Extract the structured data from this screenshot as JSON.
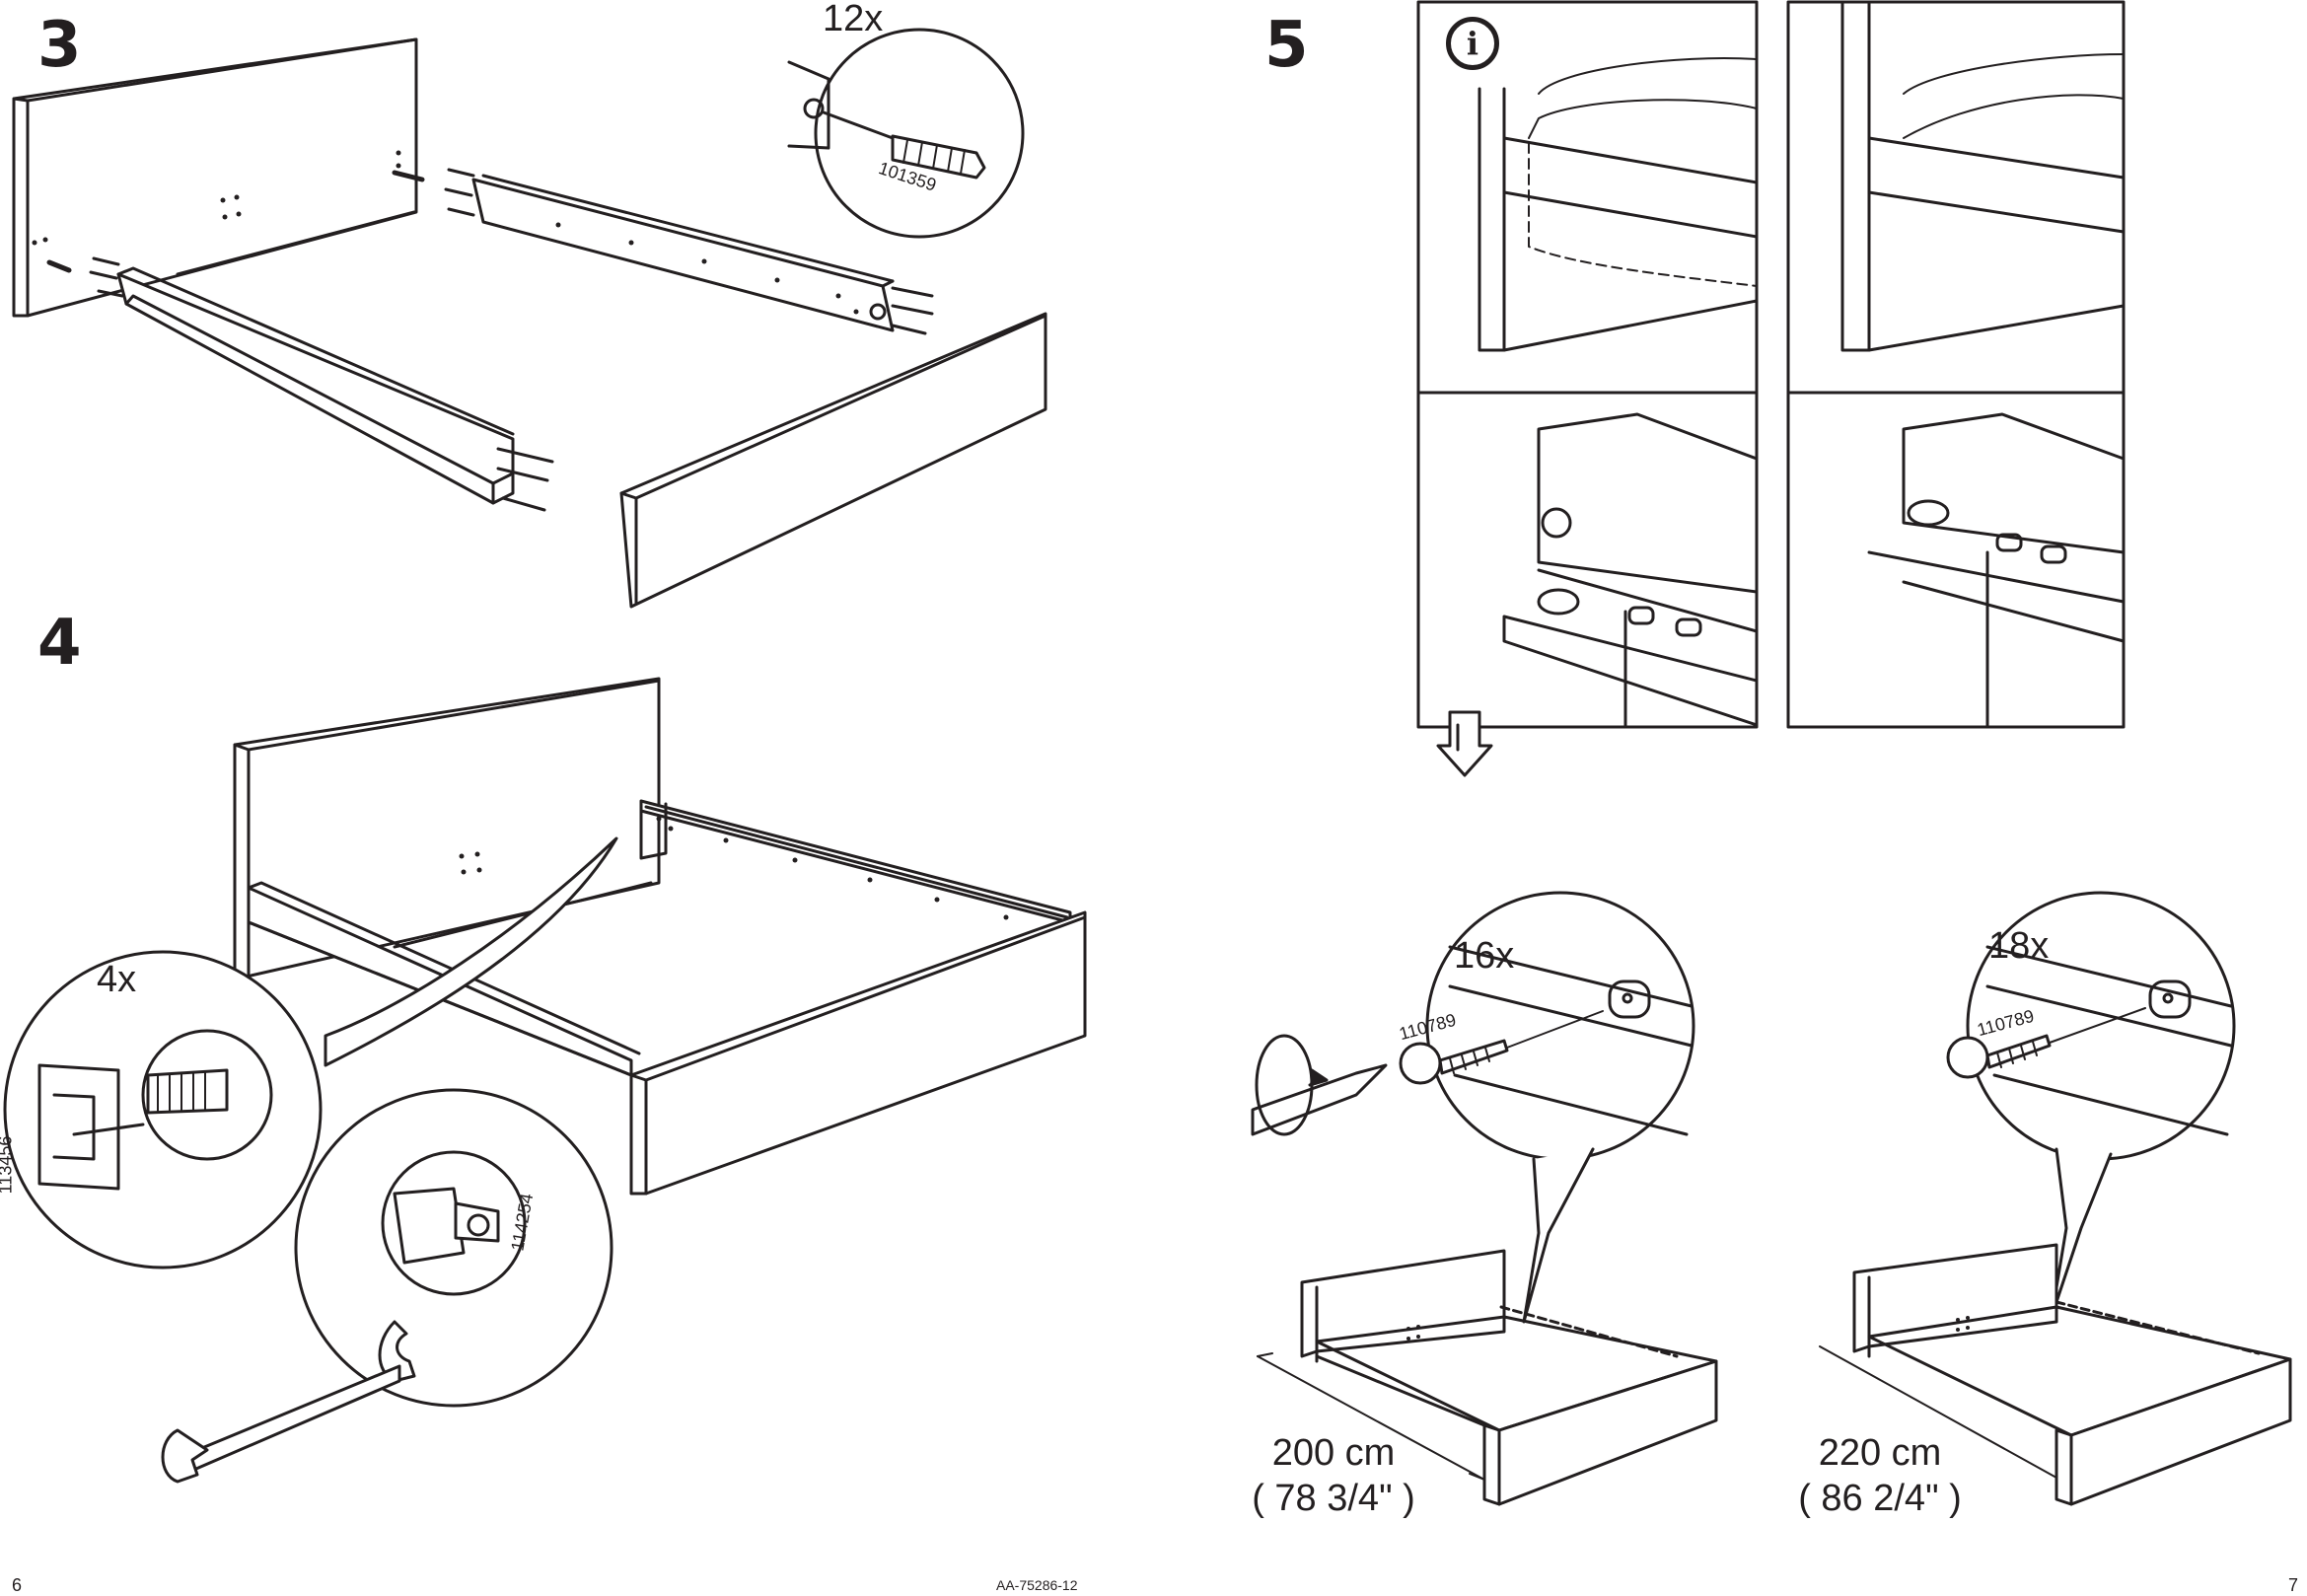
{
  "steps": {
    "s3": "3",
    "s4": "4",
    "s5": "5"
  },
  "quantities": {
    "dowel_qty": "12x",
    "bolt_qty": "4x",
    "screw_qty_short": "16x",
    "screw_qty_long": "18x"
  },
  "part_numbers": {
    "dowel": "101359",
    "bolt": "113456",
    "nut": "114254",
    "screw_short": "110789",
    "screw_long": "110789"
  },
  "dimensions": {
    "short_cm": "200 cm",
    "short_in": "( 78 3/4\" )",
    "long_cm": "220 cm",
    "long_in": "( 86 2/4\" )"
  },
  "info_icon": {
    "icon": "info-icon",
    "glyph": "i"
  },
  "footer": {
    "page_left": "6",
    "doc_code": "AA-75286-12",
    "page_right": "7"
  },
  "colors": {
    "ink": "#231f20",
    "paper": "#ffffff"
  }
}
